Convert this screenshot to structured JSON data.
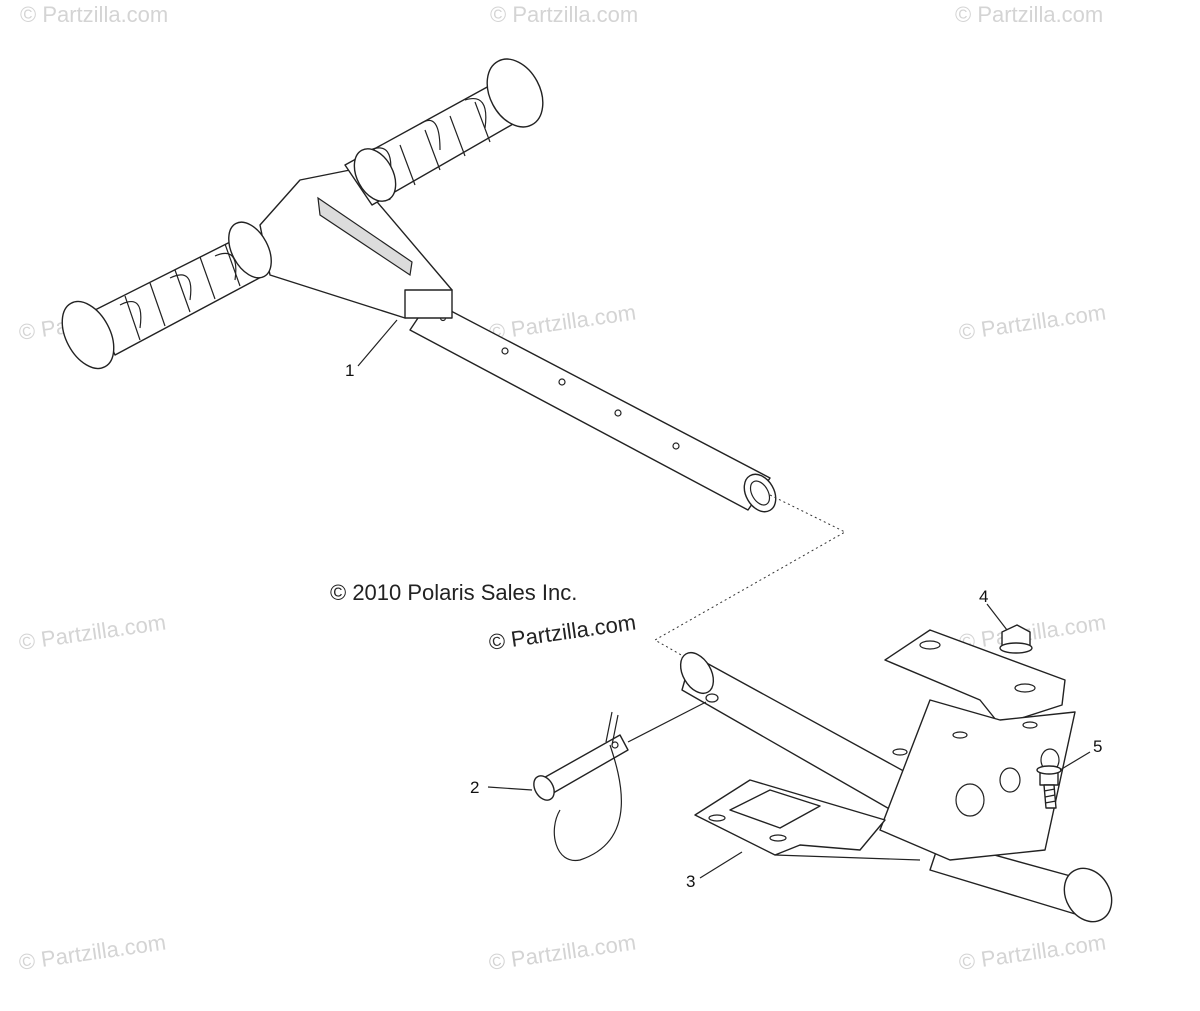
{
  "diagram": {
    "copyright": "© 2010 Polaris Sales Inc.",
    "watermark": "© Partzilla.com",
    "callouts": [
      {
        "id": "1",
        "label": "1"
      },
      {
        "id": "2",
        "label": "2"
      },
      {
        "id": "3",
        "label": "3"
      },
      {
        "id": "4",
        "label": "4"
      },
      {
        "id": "5",
        "label": "5"
      }
    ]
  }
}
